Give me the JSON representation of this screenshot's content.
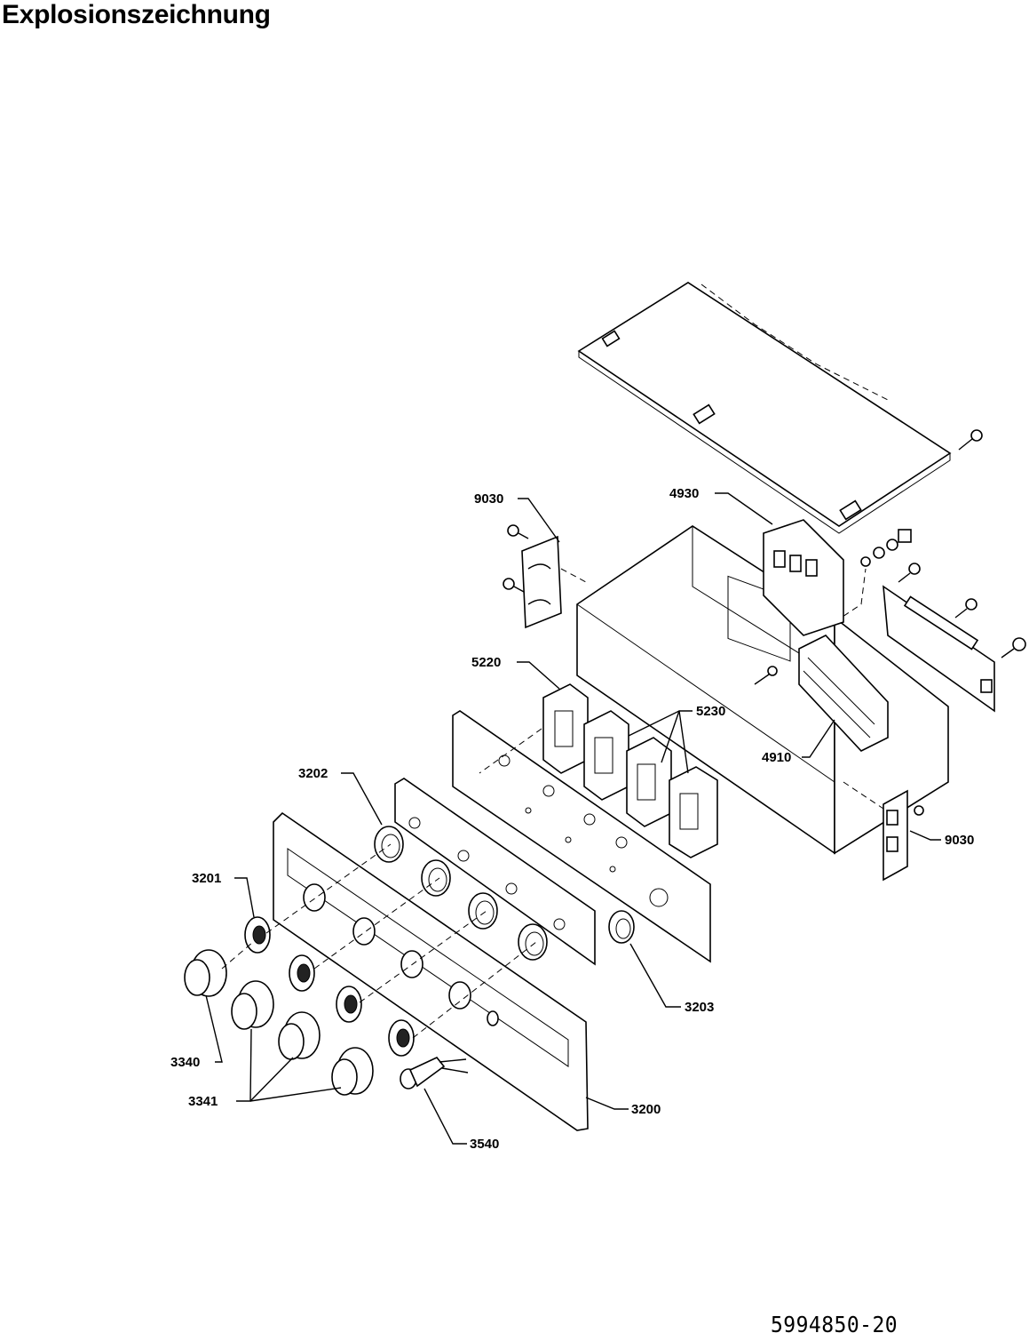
{
  "page": {
    "title": "Explosionszeichnung",
    "document_number": "5994850-20"
  },
  "labels": {
    "l9030a": "9030",
    "l4930": "4930",
    "l5220": "5220",
    "l5230": "5230",
    "l4910": "4910",
    "l3202": "3202",
    "l9030b": "9030",
    "l3201": "3201",
    "l3203": "3203",
    "l3340": "3340",
    "l3341": "3341",
    "l3200": "3200",
    "l3540": "3540"
  }
}
